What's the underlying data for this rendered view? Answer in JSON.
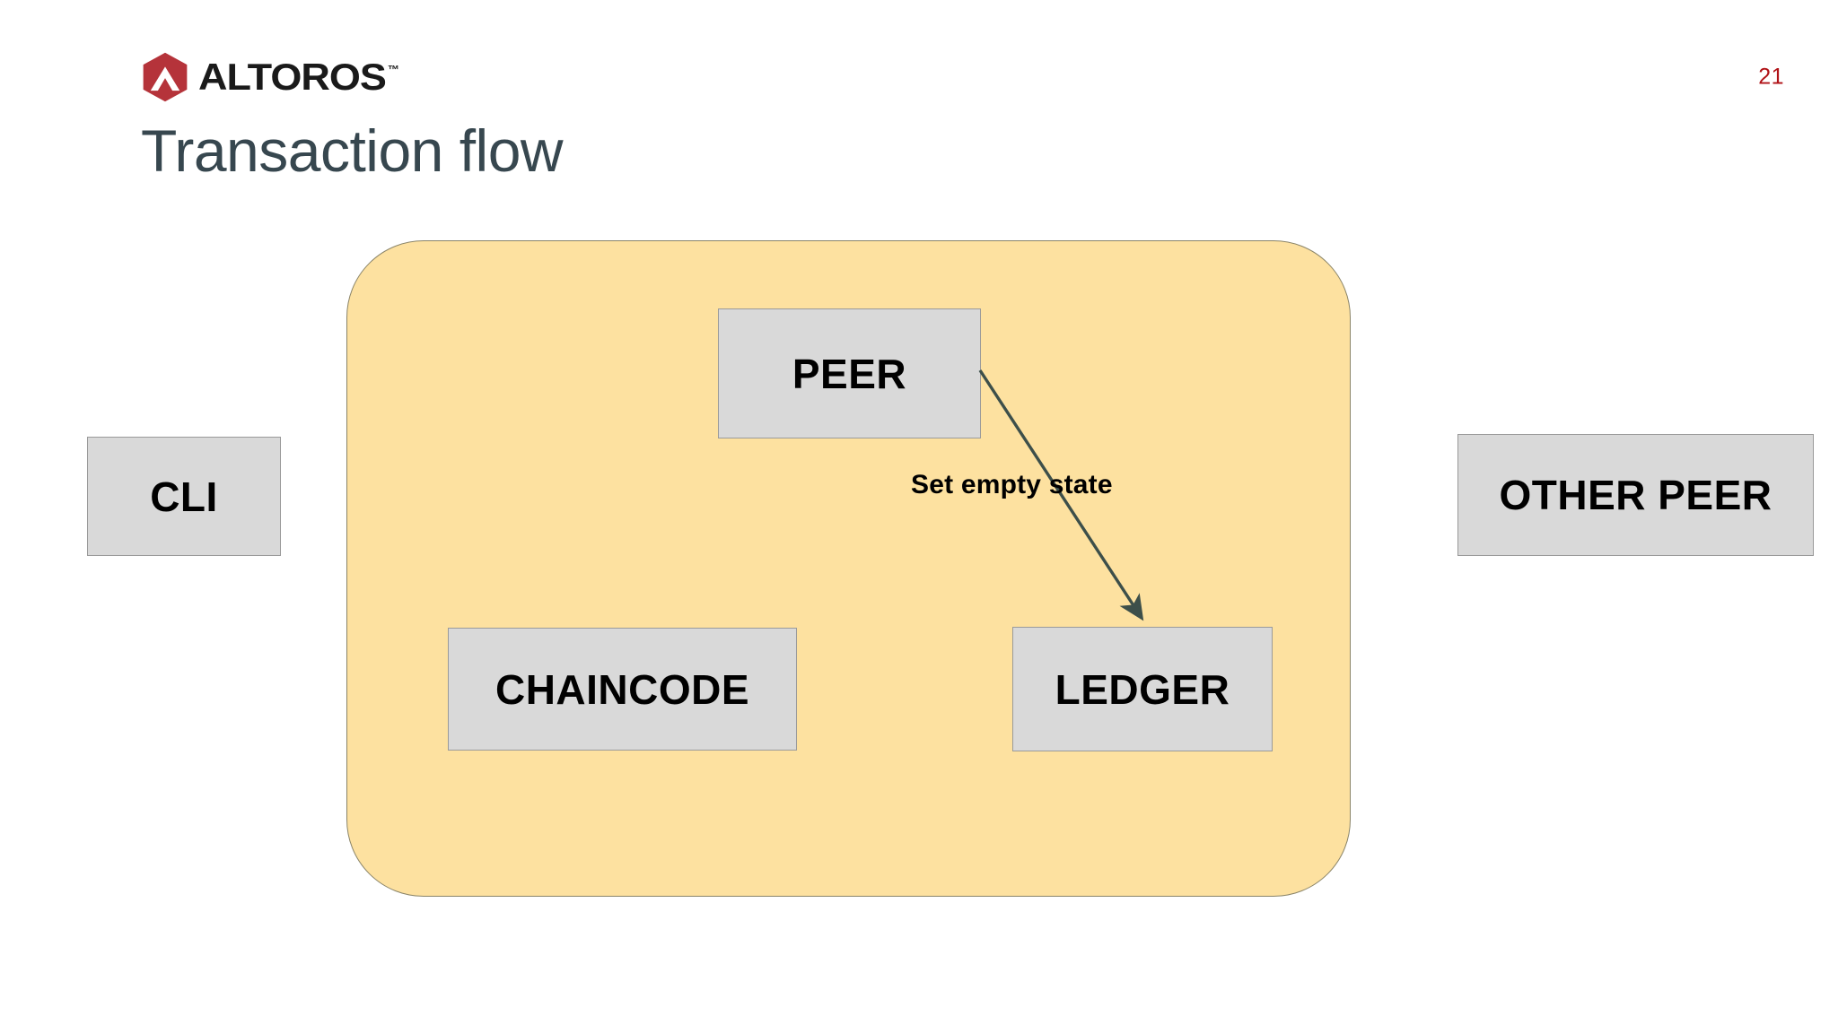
{
  "slide": {
    "page_number": "21",
    "title": "Transaction flow",
    "background_color": "#ffffff"
  },
  "brand": {
    "name": "ALTOROS",
    "trademark": "™",
    "mark_icon": "altoros-hexagon-logo",
    "hex_color": "#b5333a",
    "word_color": "#1a1a1a",
    "accent_color": "#b01116"
  },
  "diagram": {
    "panel": {
      "name": "peer-container",
      "fill_color": "#fde1a0",
      "border_color": "#8a8468"
    },
    "node_fill_color": "#d9d9d9",
    "node_border_color": "#9a9a9a",
    "nodes": [
      {
        "id": "cli",
        "label": "CLI"
      },
      {
        "id": "peer",
        "label": "PEER"
      },
      {
        "id": "chaincode",
        "label": "CHAINCODE"
      },
      {
        "id": "ledger",
        "label": "LEDGER"
      },
      {
        "id": "other-peer",
        "label": "OTHER PEER"
      }
    ],
    "edges": [
      {
        "id": "peer-to-ledger",
        "from": "peer",
        "to": "ledger",
        "label": "Set empty state",
        "color": "#3d4f4a"
      }
    ]
  }
}
